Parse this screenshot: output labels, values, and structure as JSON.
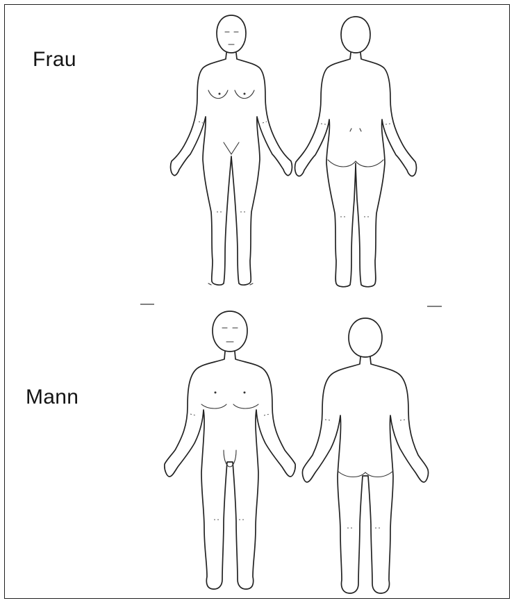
{
  "labels": {
    "female": "Frau",
    "male": "Mann"
  },
  "figures": [
    {
      "group": "female",
      "view": "front"
    },
    {
      "group": "female",
      "view": "back"
    },
    {
      "group": "male",
      "view": "front"
    },
    {
      "group": "male",
      "view": "back"
    }
  ],
  "colors": {
    "line": "#222222",
    "background": "#ffffff",
    "border": "#1f1f1f"
  }
}
